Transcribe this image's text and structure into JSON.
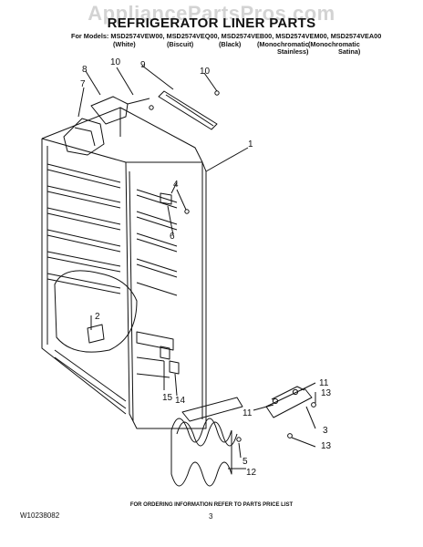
{
  "header": {
    "watermark": "AppliancePartsPros.com",
    "title": "REFRIGERATOR LINER PARTS",
    "models_line": "For Models: MSD2574VEW00, MSD2574VEQ00, MSD2574VEB00, MSD2574VEM00, MSD2574VEA00",
    "variants": [
      "(White)",
      "(Biscuit)",
      "(Black)",
      "(Monochromatic",
      "(Monochromatic"
    ],
    "variants_second_line": [
      "Stainless)",
      "Satina)"
    ]
  },
  "callouts": [
    "1",
    "2",
    "3",
    "4",
    "5",
    "6",
    "7",
    "8",
    "9",
    "10",
    "10",
    "11",
    "11",
    "12",
    "13",
    "13",
    "14",
    "15"
  ],
  "footer": {
    "note": "FOR ORDERING INFORMATION REFER TO PARTS PRICE LIST",
    "doc_number": "W10238082",
    "page": "3"
  },
  "colors": {
    "line": "#111111",
    "watermark": "#d3d3d3"
  }
}
